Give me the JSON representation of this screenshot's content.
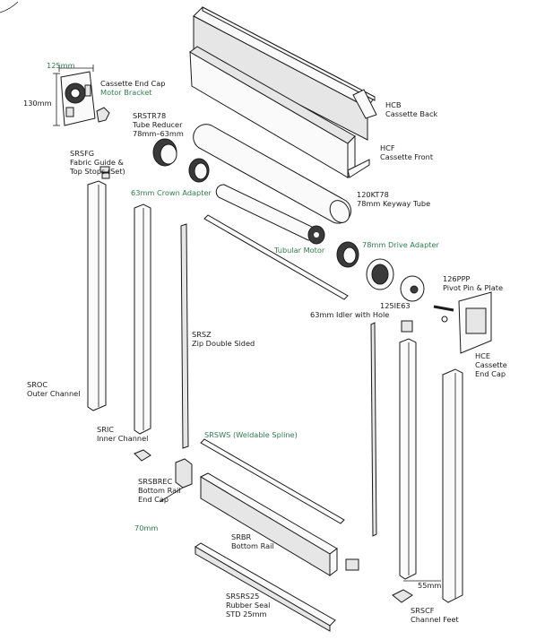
{
  "labels": {
    "cap_width": "125mm",
    "cap_height": "130mm",
    "cassette_end_cap_a": "Cassette End Cap",
    "cassette_end_cap_b": "Motor Bracket",
    "srstr78_a": "SRSTR78",
    "srstr78_b": "Tube Reducer",
    "srstr78_c": "78mm–63mm",
    "srsfg_a": "SRSFG",
    "srsfg_b": "Fabric Guide &",
    "srsfg_c": "Top Stops (Set)",
    "crown_adapter": "63mm Crown Adapter",
    "hcb_a": "HCB",
    "hcb_b": "Cassette Back",
    "hcf_a": "HCF",
    "hcf_b": "Cassette Front",
    "keyway_a": "120KT78",
    "keyway_b": "78mm Keyway Tube",
    "tubular_motor": "Tubular Motor",
    "drive_adapter": "78mm Drive Adapter",
    "pivot_a": "126PPP",
    "pivot_b": "Pivot Pin & Plate",
    "idler_a": "125IE63",
    "idler_b": "63mm Idler with Hole",
    "srsz_a": "SRSZ",
    "srsz_b": "Zip Double Sided",
    "hce_a": "HCE",
    "hce_b": "Cassette",
    "hce_c": "End Cap",
    "sroc_a": "SROC",
    "sroc_b": "Outer Channel",
    "sric_a": "SRIC",
    "sric_b": "Inner Channel",
    "srsws": "SRSWS (Weldable Spline)",
    "srsbrec_a": "SRSBREC",
    "srsbrec_b": "Bottom Rail",
    "srsbrec_c": "End Cap",
    "dim_70": "70mm",
    "srbr_a": "SRBR",
    "srbr_b": "Bottom Rail",
    "srsrs_a": "SRSRS25",
    "srsrs_b": "Rubber Seal",
    "srsrs_c": "STD 25mm",
    "dim_55": "55mm",
    "srscf_a": "SRSCF",
    "srscf_b": "Channel Feet"
  }
}
